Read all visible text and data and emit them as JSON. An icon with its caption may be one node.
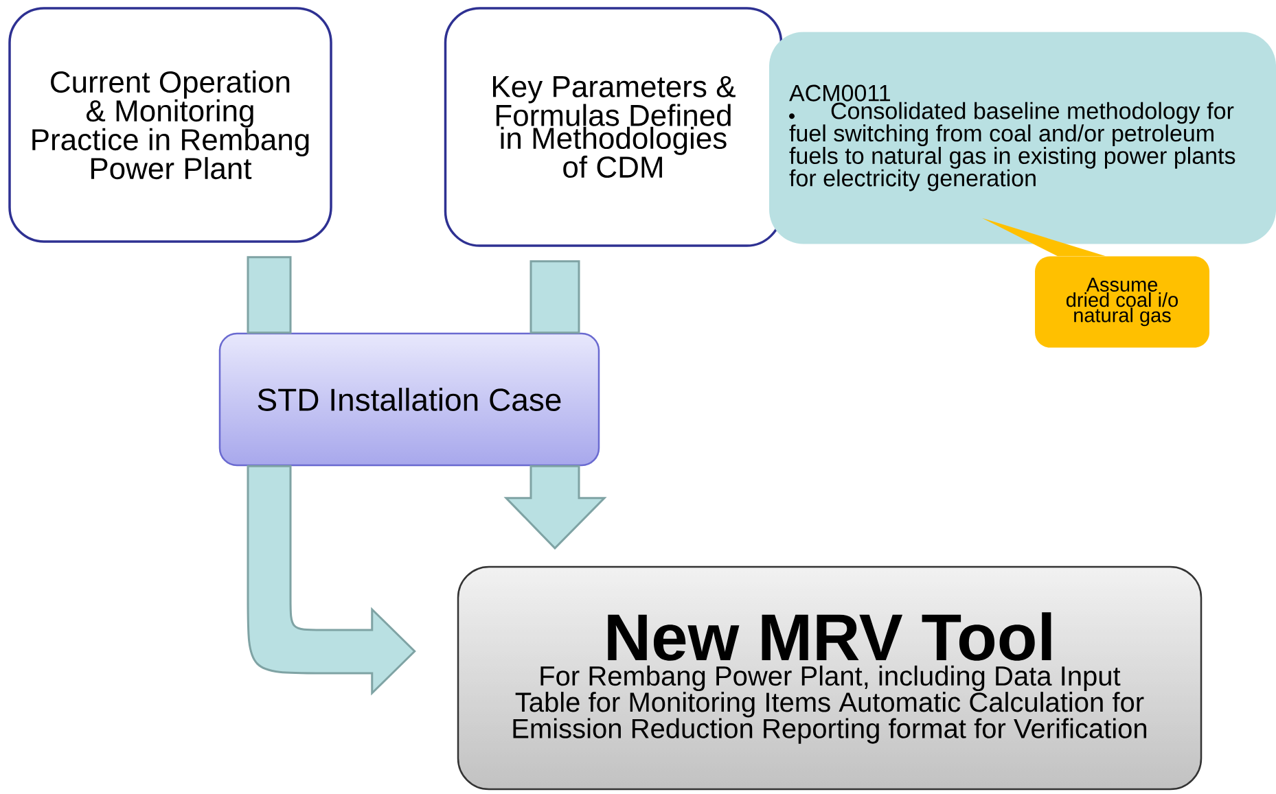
{
  "diagram": {
    "nodes": [
      {
        "text": [
          "Current Operation & Monitoring Practice in Rembang Power Plant"
        ]
      },
      {
        "text": [
          "Key Parameters & Formulas Defined in Methodologies of CDM"
        ]
      },
      {
        "text": [
          "ACM0011",
          "Consolidated baseline methodology for fuel switching from coal and/or petroleum fuels to natural gas in existing power plants for electricity generation"
        ]
      },
      {
        "text": [
          "Assume dried coal i/o natural gas"
        ]
      },
      {
        "text": [
          "STD Installation Case"
        ]
      },
      {
        "text": [
          "New MRV Tool",
          "For Rembang Power Plant, including Data Input Table for Monitoring Items Automatic Calculation for Emission Reduction Reporting format for Verification"
        ]
      }
    ],
    "edges": [
      {
        "from": 0,
        "to": 4,
        "arrow": "none"
      },
      {
        "from": 1,
        "to": 4,
        "arrow": "none"
      },
      {
        "from": 4,
        "to": 5,
        "arrow": "to"
      },
      {
        "from": 4,
        "to": 5,
        "arrow": "to"
      },
      {
        "from": 3,
        "to": 2,
        "arrow": "none",
        "color": "#ffc000"
      }
    ]
  }
}
